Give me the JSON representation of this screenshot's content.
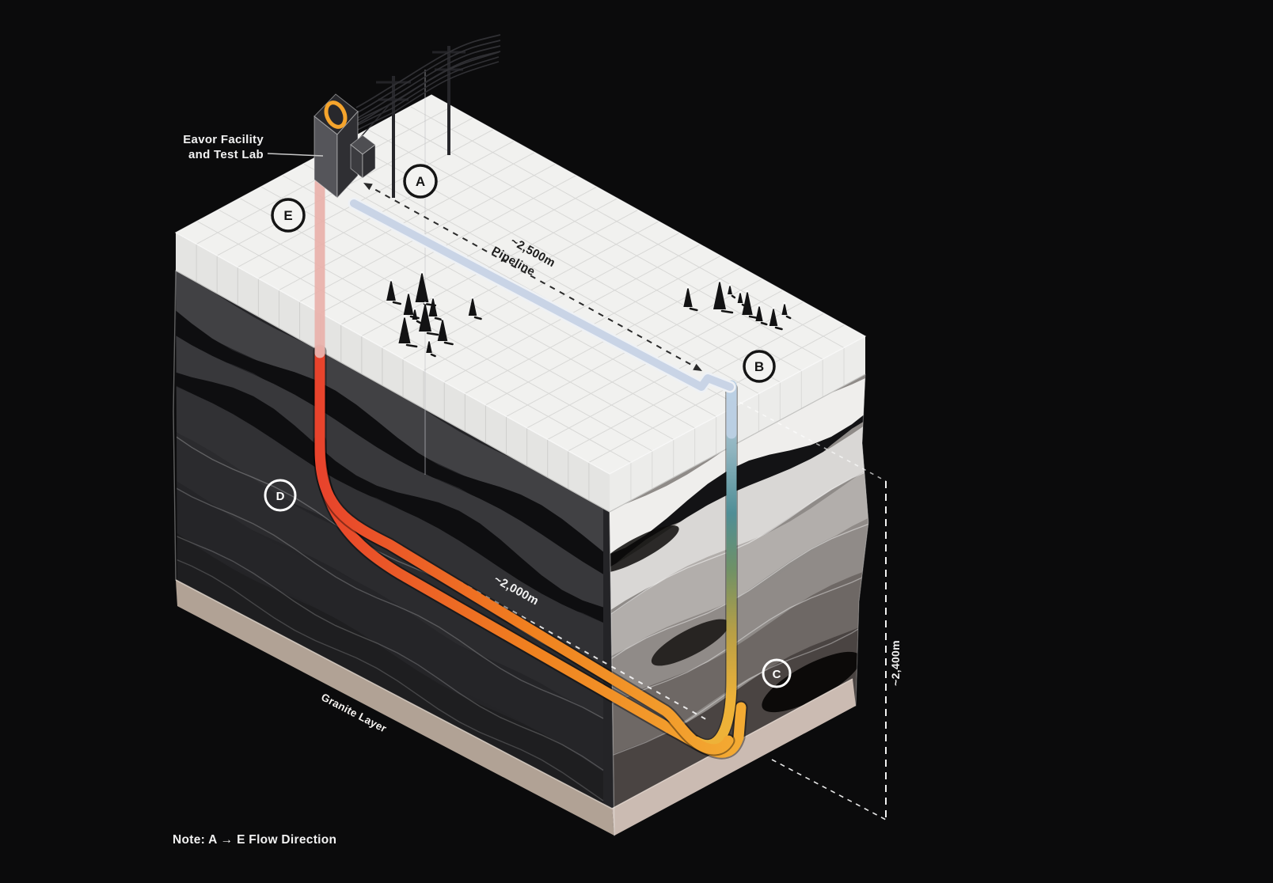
{
  "facility": {
    "label_line1": "Eavor Facility",
    "label_line2": "and Test Lab"
  },
  "markers": [
    {
      "letter": "A"
    },
    {
      "letter": "B"
    },
    {
      "letter": "C"
    },
    {
      "letter": "D"
    },
    {
      "letter": "E"
    }
  ],
  "measurements": {
    "pipeline_length": "~2,500m",
    "pipeline_word": "Pipeline",
    "lateral_depth": "~2,000m",
    "vertical_depth": "~2,400m"
  },
  "geology": {
    "granite_label": "Granite Layer"
  },
  "note_text": "Note: A → E Flow Direction",
  "colors": {
    "background": "#0b0b0c",
    "surface_top": "#f1f1ef",
    "slab_side_left": "#e4e4e2",
    "slab_side_right": "#ececea",
    "rock_dark_base": "#242427",
    "rock_light_base": "#8f8b88",
    "granite_left": "#b1a295",
    "granite_right": "#cbbbb2",
    "pipe_hot": "#e8432c",
    "pipe_warm": "#f0811f",
    "pipe_yellow": "#f3ab33",
    "pipe_cold": "#b9cfe0",
    "pipe_teal": "#4f8e96",
    "pipe_hot_surface": "#e9b2ac",
    "pipe_cold_surface": "#bcd0e4",
    "pipeline_surface": "#c9d4e6",
    "pipeline_outline": "#eef1f5",
    "logo_orange": "#f08a28",
    "dash_dark": "#2a2a2a",
    "dash_light": "#ffffff"
  }
}
